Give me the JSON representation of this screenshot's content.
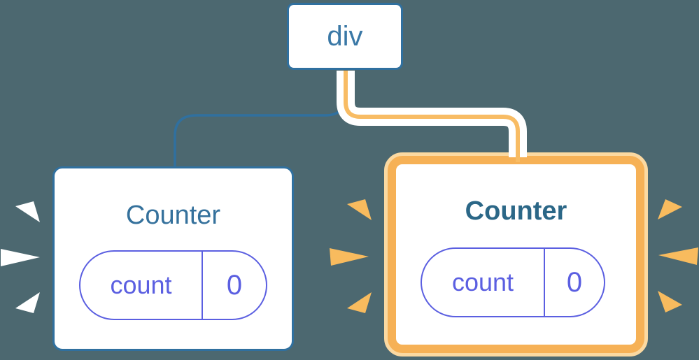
{
  "diagram": {
    "title": "react-component-tree",
    "background": "#4C6870",
    "root_node": {
      "label": "div"
    },
    "left_counter": {
      "title": "Counter",
      "state_label": "count",
      "state_value": "0",
      "highlight": "blue",
      "spark_color": "#FFFFFF"
    },
    "right_counter": {
      "title": "Counter",
      "state_label": "count",
      "state_value": "0",
      "highlight": "orange",
      "spark_color": "#F8BB5E"
    },
    "edges": [
      {
        "from": "div",
        "to": "left-counter",
        "color": "#30709F",
        "style": "thin"
      },
      {
        "from": "div",
        "to": "right-counter",
        "color": "#F8BC64",
        "style": "thick-white-cased"
      }
    ],
    "colors": {
      "blue_stroke": "#30709F",
      "blue_text": "#3A78A6",
      "left_title": "#35719C",
      "right_title": "#2B6787",
      "purple_accent": "#5B5FE1",
      "orange_border": "#F6B156",
      "orange_border_light": "#FBD9A1",
      "orange_edge": "#F8BC64",
      "orange_spark": "#F8BB5E",
      "white_spark": "#FFFFFF"
    }
  }
}
